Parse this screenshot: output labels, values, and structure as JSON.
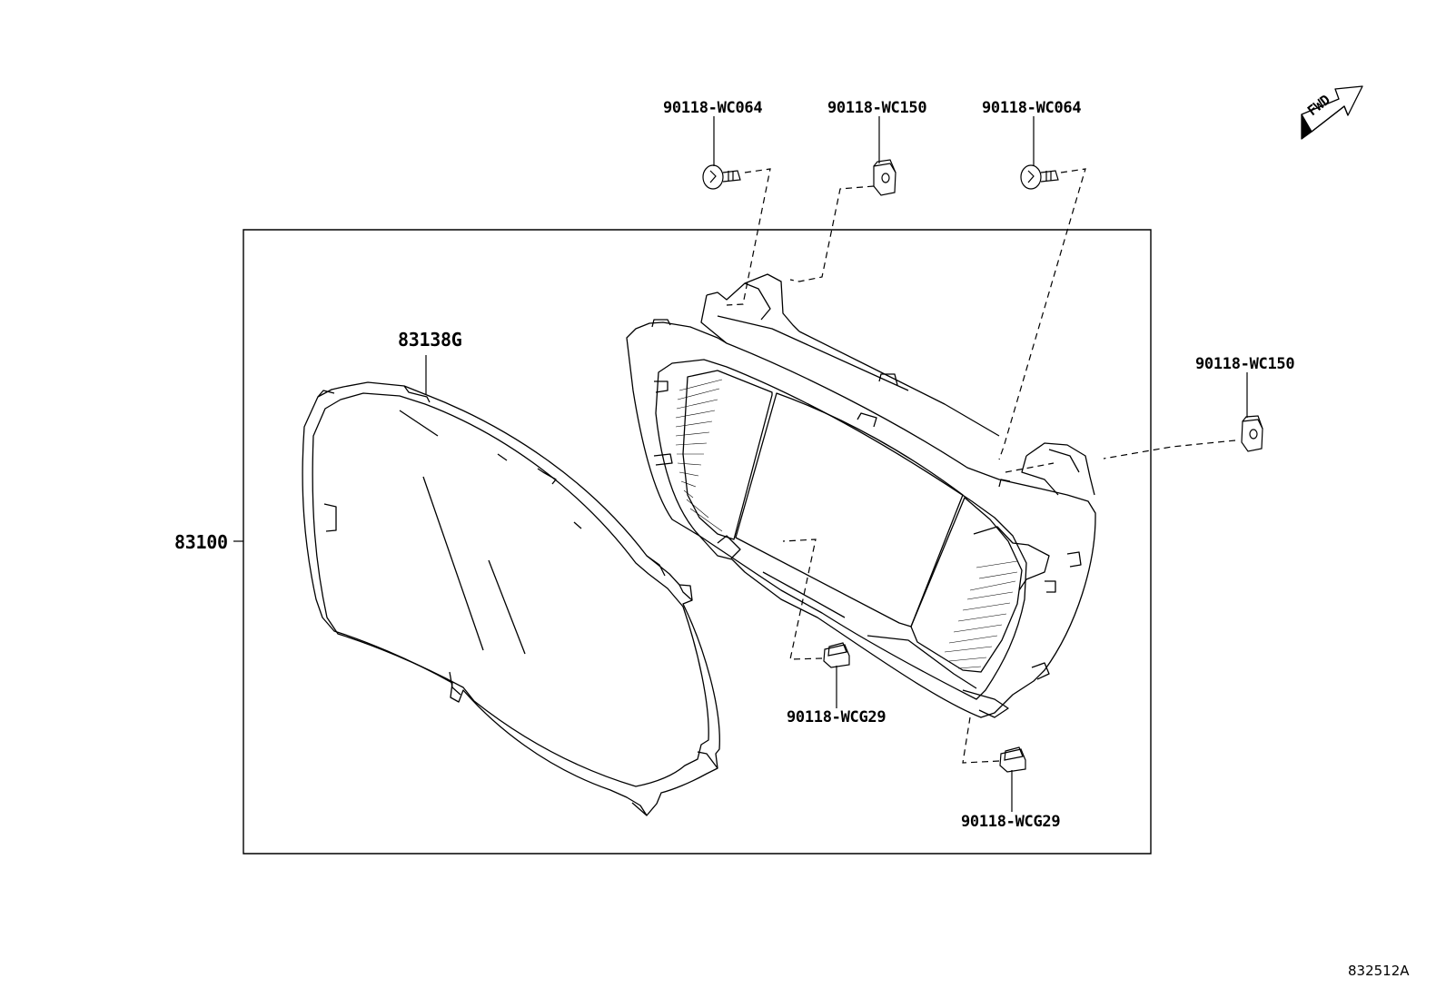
{
  "labels": {
    "screw_left": "90118-WC064",
    "clip_top": "90118-WC150",
    "screw_right": "90118-WC064",
    "clip_right": "90118-WC150",
    "clip_bottom_1": "90118-WCG29",
    "clip_bottom_2": "90118-WCG29",
    "lens": "83138G",
    "meter_assembly": "83100"
  },
  "fwd_label": "FWD",
  "diagram_ref": "832512A",
  "icons": {
    "direction": "fwd-arrow-icon"
  },
  "colors": {
    "line": "#000000",
    "background": "#ffffff"
  }
}
